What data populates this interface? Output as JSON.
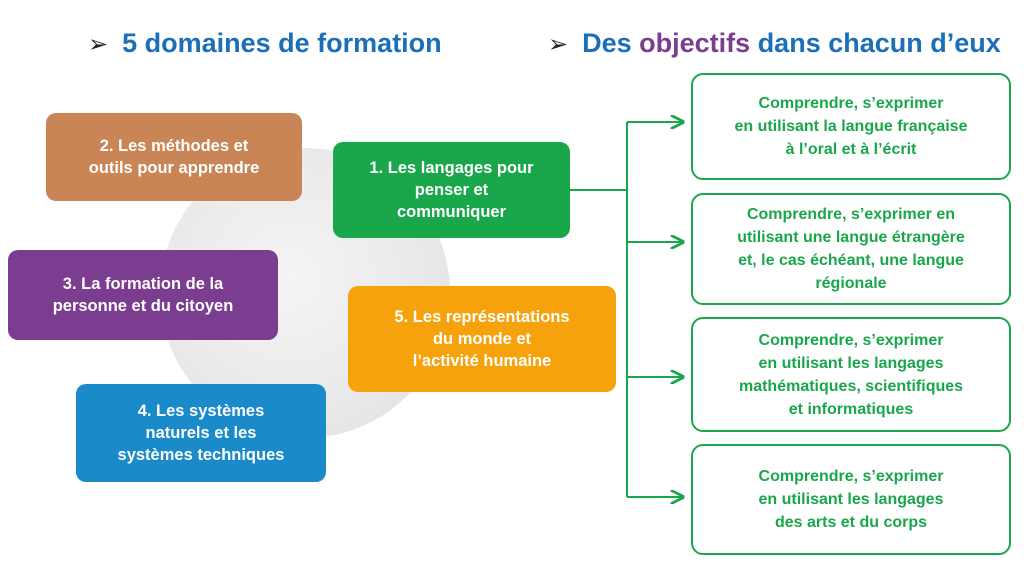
{
  "headings": {
    "left": {
      "arrow": "➢",
      "text": "5 domaines de formation"
    },
    "right": {
      "arrow": "➢",
      "part1": "Des ",
      "part2": "objectifs",
      "part3": " dans chacun d’eux"
    }
  },
  "domains": {
    "d1": [
      "1. Les langages pour",
      "penser et",
      "communiquer"
    ],
    "d2": [
      "2. Les méthodes et",
      "outils pour apprendre"
    ],
    "d3": [
      "3. La formation de la",
      "personne et du citoyen"
    ],
    "d4": [
      "4. Les systèmes",
      "naturels et les",
      "systèmes techniques"
    ],
    "d5": [
      "5. Les représentations",
      "du monde et",
      "l’activité humaine"
    ]
  },
  "objectives": [
    [
      "Comprendre, s’exprimer",
      "en utilisant la langue française",
      "à l’oral et à l’écrit"
    ],
    [
      "Comprendre, s’exprimer en",
      "utilisant une langue étrangère",
      "et, le cas échéant, une langue",
      "régionale"
    ],
    [
      "Comprendre, s’exprimer",
      "en utilisant les langages",
      "mathématiques, scientifiques",
      "et informatiques"
    ],
    [
      "Comprendre, s’exprimer",
      "en utilisant les langages",
      "des arts et du corps"
    ]
  ],
  "colors": {
    "green": "#1aa64b",
    "blue": "#1a6fb8",
    "purple": "#7a3d8f",
    "orange": "#f5a20c",
    "brown": "#c98556",
    "cyan": "#1a8ac8"
  }
}
